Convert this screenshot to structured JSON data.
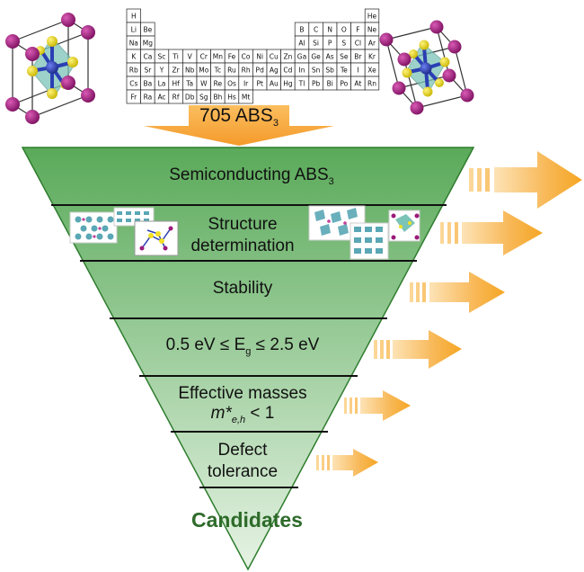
{
  "banner": {
    "count": "705",
    "formula": "ABS",
    "formula_sub": "3"
  },
  "stages": [
    {
      "lines": [
        "Semiconducting ABS"
      ],
      "sub": "3"
    },
    {
      "lines": [
        "Structure",
        "determination"
      ]
    },
    {
      "lines": [
        "Stability"
      ]
    },
    {
      "lines": [
        "0.5 eV ≤ E",
        " ≤ 2.5 eV"
      ],
      "sub": "g"
    },
    {
      "lines": [
        "Effective masses",
        "m*",
        " < 1"
      ],
      "sub": "e,h"
    },
    {
      "lines": [
        "Defect",
        "tolerance"
      ]
    }
  ],
  "result": "Candidates",
  "periodic_table": {
    "rows": [
      [
        "H",
        "",
        "",
        "",
        "",
        "",
        "",
        "",
        "",
        "",
        "",
        "",
        "",
        "",
        "",
        "",
        "",
        "He"
      ],
      [
        "Li",
        "Be",
        "",
        "",
        "",
        "",
        "",
        "",
        "",
        "",
        "",
        "",
        "B",
        "C",
        "N",
        "O",
        "F",
        "Ne"
      ],
      [
        "Na",
        "Mg",
        "",
        "",
        "",
        "",
        "",
        "",
        "",
        "",
        "",
        "",
        "Al",
        "Si",
        "P",
        "S",
        "Cl",
        "Ar"
      ],
      [
        "K",
        "Ca",
        "Sc",
        "Ti",
        "V",
        "Cr",
        "Mn",
        "Fe",
        "Co",
        "Ni",
        "Cu",
        "Zn",
        "Ga",
        "Ge",
        "As",
        "Se",
        "Br",
        "Kr"
      ],
      [
        "Rb",
        "Sr",
        "Y",
        "Zr",
        "Nb",
        "Mo",
        "Tc",
        "Ru",
        "Rh",
        "Pd",
        "Ag",
        "Cd",
        "In",
        "Sn",
        "Sb",
        "Te",
        "I",
        "Xe"
      ],
      [
        "Cs",
        "Ba",
        "La",
        "Hf",
        "Ta",
        "W",
        "Re",
        "Os",
        "Ir",
        "Pt",
        "Au",
        "Hg",
        "Tl",
        "Pb",
        "Bi",
        "Po",
        "At",
        "Rn"
      ],
      [
        "Fr",
        "Ra",
        "Ac",
        "Rf",
        "Db",
        "Sg",
        "Bh",
        "Hs",
        "Mt",
        "",
        "",
        "",
        "",
        "",
        "",
        "",
        "",
        ""
      ]
    ]
  },
  "colors": {
    "funnel_top": "#5aaa5a",
    "funnel_bottom": "#e6f3e4",
    "arrow_light": "#fde3b6",
    "arrow_dark": "#f5a623",
    "banner": "#f7a83c",
    "atom_a": "#9c1a7a",
    "atom_b": "#2b3fb4",
    "atom_s": "#f2e024",
    "octahedron": "#7cc3b8",
    "candidates_text": "#2e6b2a"
  }
}
